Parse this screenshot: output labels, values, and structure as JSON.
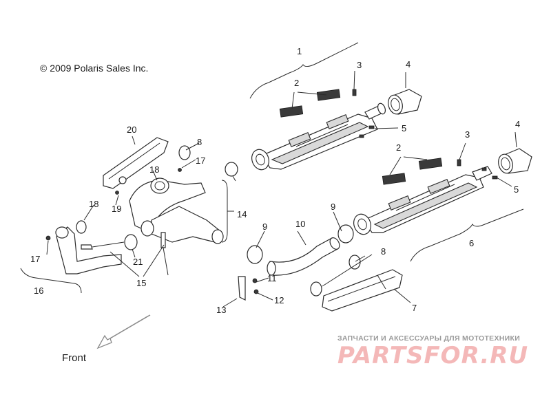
{
  "diagram": {
    "copyright": "© 2009 Polaris Sales Inc.",
    "front_label": "Front",
    "watermark": {
      "tagline": "ЗАПЧАСТИ И АКСЕССУАРЫ ДЛЯ МОТОТЕХНИКИ",
      "logo": "PARTSFOR.RU"
    },
    "callouts": {
      "c1": "1",
      "c2a": "2",
      "c2b": "2",
      "c3a": "3",
      "c3b": "3",
      "c4a": "4",
      "c4b": "4",
      "c5a": "5",
      "c5b": "5",
      "c6": "6",
      "c7": "7",
      "c8a": "8",
      "c8b": "8",
      "c9a": "9",
      "c9b": "9",
      "c10": "10",
      "c11": "11",
      "c12": "12",
      "c13": "13",
      "c14": "14",
      "c15": "15",
      "c16": "16",
      "c17a": "17",
      "c17b": "17",
      "c18a": "18",
      "c18b": "18",
      "c19": "19",
      "c20": "20",
      "c21": "21"
    }
  }
}
